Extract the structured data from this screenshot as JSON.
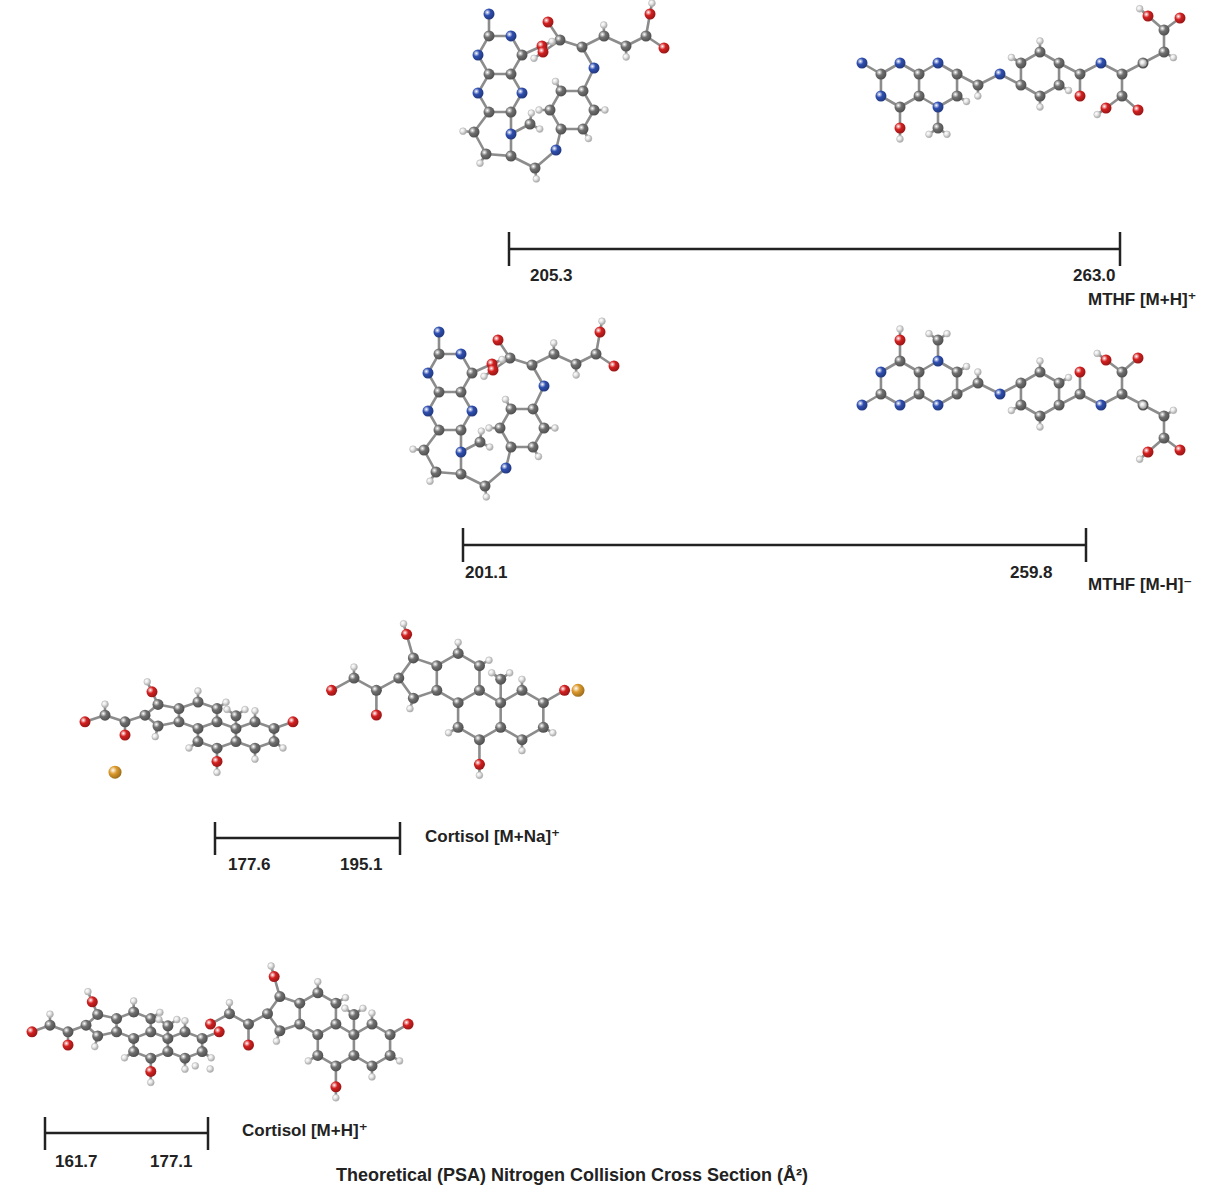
{
  "diagram": {
    "caption": "Theoretical (PSA) Nitrogen Collision Cross Section (Å²)",
    "labels": [
      "205.3",
      "263.0",
      "MTHF [M+H]⁺",
      "201.1",
      "259.8",
      "MTHF [M-H]⁻",
      "177.6",
      "195.1",
      "Cortisol [M+Na]⁺",
      "161.7",
      "177.1",
      "Cortisol [M+H]⁺"
    ]
  }
}
